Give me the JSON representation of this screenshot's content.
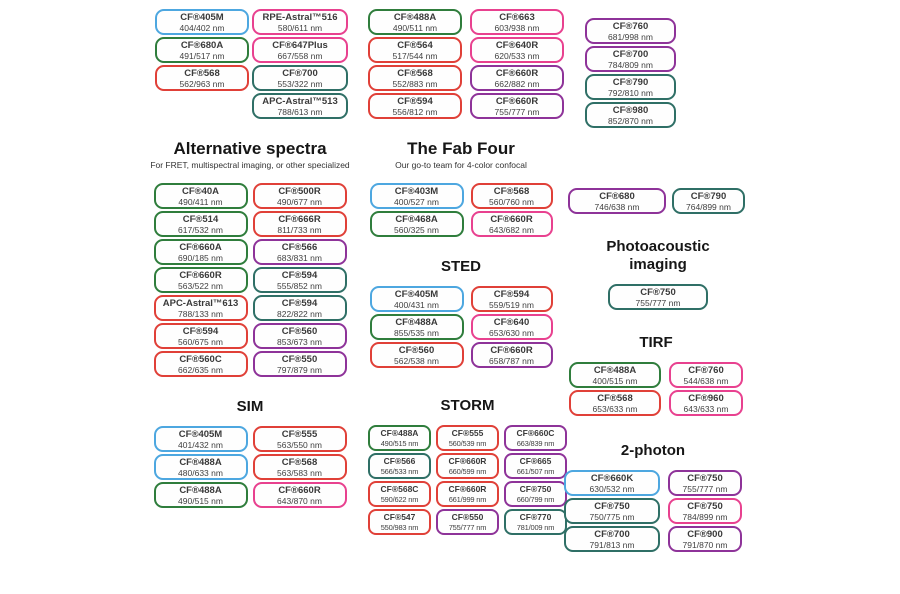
{
  "colors": {
    "blue": "#4da7e0",
    "green": "#2f7d3c",
    "red": "#e04038",
    "pink": "#e8418f",
    "teal": "#2f6f66",
    "purple": "#8e3399"
  },
  "sections": {
    "top_a": {
      "columns": [
        [
          {
            "name": "CF®405M",
            "range": "404/402 nm",
            "color": "blue"
          },
          {
            "name": "CF®680A",
            "range": "491/517 nm",
            "color": "green"
          },
          {
            "name": "CF®568",
            "range": "562/963 nm",
            "color": "red"
          }
        ]
      ]
    },
    "top_b": {
      "columns": [
        [
          {
            "name": "RPE-Astral™516",
            "range": "580/611 nm",
            "color": "pink"
          },
          {
            "name": "CF®647Plus",
            "range": "667/558 nm",
            "color": "pink"
          },
          {
            "name": "CF®700",
            "range": "553/322 nm",
            "color": "teal"
          },
          {
            "name": "APC-Astral™513",
            "range": "788/613 nm",
            "color": "teal"
          }
        ]
      ]
    },
    "top_c": {
      "columns": [
        [
          {
            "name": "CF®488A",
            "range": "490/511 nm",
            "color": "green"
          },
          {
            "name": "CF®564",
            "range": "517/544 nm",
            "color": "red"
          },
          {
            "name": "CF®568",
            "range": "552/883 nm",
            "color": "red"
          },
          {
            "name": "CF®594",
            "range": "556/812 nm",
            "color": "red"
          }
        ]
      ]
    },
    "top_d": {
      "columns": [
        [
          {
            "name": "CF®663",
            "range": "603/938 nm",
            "color": "pink"
          },
          {
            "name": "CF®640R",
            "range": "620/533 nm",
            "color": "pink"
          },
          {
            "name": "CF®660R",
            "range": "662/882 nm",
            "color": "purple"
          },
          {
            "name": "CF®660R",
            "range": "755/777 nm",
            "color": "purple"
          }
        ]
      ]
    },
    "top_e": {
      "columns": [
        [
          {
            "name": "CF®760",
            "range": "681/998 nm",
            "color": "purple"
          },
          {
            "name": "CF®700",
            "range": "784/809 nm",
            "color": "purple"
          },
          {
            "name": "CF®790",
            "range": "792/810 nm",
            "color": "teal"
          },
          {
            "name": "CF®980",
            "range": "852/870 nm",
            "color": "teal"
          }
        ]
      ]
    },
    "alt": {
      "title": "Alternative spectra",
      "subtitle": "For FRET, multispectral imaging, or other specialized",
      "columns": [
        [
          {
            "name": "CF®40A",
            "range": "490/411 nm",
            "color": "green"
          },
          {
            "name": "CF®514",
            "range": "617/532 nm",
            "color": "green"
          },
          {
            "name": "CF®660A",
            "range": "690/185 nm",
            "color": "green"
          },
          {
            "name": "CF®660R",
            "range": "563/522 nm",
            "color": "green"
          },
          {
            "name": "APC-Astral™613",
            "range": "788/133 nm",
            "color": "red"
          },
          {
            "name": "CF®594",
            "range": "560/675 nm",
            "color": "red"
          },
          {
            "name": "CF®560C",
            "range": "662/635 nm",
            "color": "red"
          }
        ],
        [
          {
            "name": "CF®500R",
            "range": "490/677 nm",
            "color": "red"
          },
          {
            "name": "CF®666R",
            "range": "811/733 nm",
            "color": "red"
          },
          {
            "name": "CF®566",
            "range": "683/831 nm",
            "color": "purple"
          },
          {
            "name": "CF®594",
            "range": "555/852 nm",
            "color": "teal"
          },
          {
            "name": "CF®594",
            "range": "822/822 nm",
            "color": "teal"
          },
          {
            "name": "CF®560",
            "range": "853/673 nm",
            "color": "purple"
          },
          {
            "name": "CF®550",
            "range": "797/879 nm",
            "color": "purple"
          }
        ]
      ]
    },
    "fab": {
      "title": "The Fab Four",
      "subtitle": "Our go-to team for 4-color confocal",
      "columns": [
        [
          {
            "name": "CF®403M",
            "range": "400/527 nm",
            "color": "blue"
          },
          {
            "name": "CF®468A",
            "range": "560/325 nm",
            "color": "green"
          }
        ],
        [
          {
            "name": "CF®568",
            "range": "560/760 nm",
            "color": "red"
          },
          {
            "name": "CF®660R",
            "range": "643/682 nm",
            "color": "pink"
          }
        ]
      ]
    },
    "sted": {
      "title": "STED",
      "columns": [
        [
          {
            "name": "CF®405M",
            "range": "400/431 nm",
            "color": "blue"
          },
          {
            "name": "CF®488A",
            "range": "855/535 nm",
            "color": "green"
          },
          {
            "name": "CF®560",
            "range": "562/538 nm",
            "color": "red"
          }
        ],
        [
          {
            "name": "CF®594",
            "range": "559/519 nm",
            "color": "red"
          },
          {
            "name": "CF®640",
            "range": "653/630 nm",
            "color": "pink"
          },
          {
            "name": "CF®660R",
            "range": "658/787 nm",
            "color": "purple"
          }
        ]
      ]
    },
    "nir": {
      "columns": [
        [
          {
            "name": "CF®680",
            "range": "746/638 nm",
            "color": "purple"
          }
        ],
        [
          {
            "name": "CF®790",
            "range": "764/899 nm",
            "color": "teal"
          }
        ]
      ]
    },
    "pa": {
      "title": "Photoacoustic imaging",
      "columns": [
        [
          {
            "name": "CF®750",
            "range": "755/777 nm",
            "color": "teal"
          }
        ]
      ]
    },
    "tirf": {
      "title": "TIRF",
      "columns": [
        [
          {
            "name": "CF®488A",
            "range": "400/515 nm",
            "color": "green"
          },
          {
            "name": "CF®568",
            "range": "653/633 nm",
            "color": "red"
          }
        ],
        [
          {
            "name": "CF®760",
            "range": "544/638 nm",
            "color": "pink"
          },
          {
            "name": "CF®960",
            "range": "643/633 nm",
            "color": "pink"
          }
        ]
      ]
    },
    "sim": {
      "title": "SIM",
      "columns": [
        [
          {
            "name": "CF®405M",
            "range": "401/432 nm",
            "color": "blue"
          },
          {
            "name": "CF®488A",
            "range": "480/633 nm",
            "color": "blue"
          },
          {
            "name": "CF®488A",
            "range": "490/515 nm",
            "color": "green"
          }
        ],
        [
          {
            "name": "CF®555",
            "range": "563/550 nm",
            "color": "red"
          },
          {
            "name": "CF®568",
            "range": "563/583 nm",
            "color": "red"
          },
          {
            "name": "CF®660R",
            "range": "643/870 nm",
            "color": "pink"
          }
        ]
      ]
    },
    "storm": {
      "title": "STORM",
      "columns": [
        [
          {
            "name": "CF®488A",
            "range": "490/515 nm",
            "color": "green"
          },
          {
            "name": "CF®566",
            "range": "566/533 nm",
            "color": "teal"
          },
          {
            "name": "CF®568C",
            "range": "590/622 nm",
            "color": "red"
          },
          {
            "name": "CF®547",
            "range": "550/983 nm",
            "color": "red"
          }
        ],
        [
          {
            "name": "CF®555",
            "range": "560/539 nm",
            "color": "red"
          },
          {
            "name": "CF®660R",
            "range": "660/599 nm",
            "color": "red"
          },
          {
            "name": "CF®660R",
            "range": "661/999 nm",
            "color": "red"
          },
          {
            "name": "CF®550",
            "range": "755/777 nm",
            "color": "purple"
          }
        ],
        [
          {
            "name": "CF®660C",
            "range": "663/839 nm",
            "color": "purple"
          },
          {
            "name": "CF®665",
            "range": "661/507 nm",
            "color": "purple"
          },
          {
            "name": "CF®750",
            "range": "660/799 nm",
            "color": "purple"
          },
          {
            "name": "CF®770",
            "range": "781/009 nm",
            "color": "teal"
          }
        ]
      ]
    },
    "photon2": {
      "title": "2-photon",
      "columns": [
        [
          {
            "name": "CF®660K",
            "range": "630/532 nm",
            "color": "blue"
          },
          {
            "name": "CF®750",
            "range": "750/775 nm",
            "color": "teal"
          },
          {
            "name": "CF®700",
            "range": "791/813 nm",
            "color": "teal"
          }
        ],
        [
          {
            "name": "CF®750",
            "range": "755/777 nm",
            "color": "purple"
          },
          {
            "name": "CF®750",
            "range": "784/899 nm",
            "color": "pink"
          },
          {
            "name": "CF®900",
            "range": "791/870 nm",
            "color": "purple"
          }
        ]
      ]
    }
  }
}
